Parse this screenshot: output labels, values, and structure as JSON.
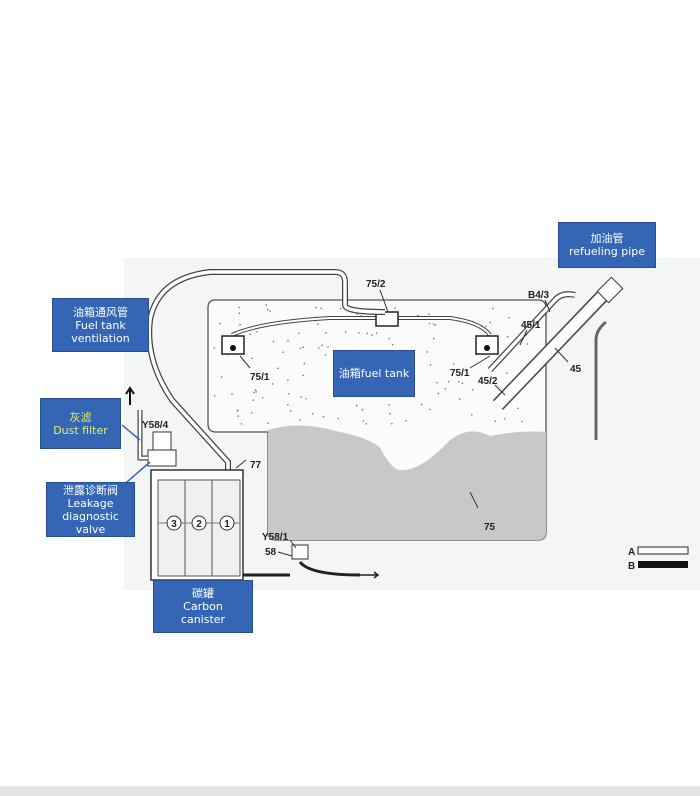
{
  "callouts": {
    "ventilation": {
      "zh": "油箱通风管",
      "en1": "Fuel tank",
      "en2": "ventilation"
    },
    "dust_filter": {
      "zh": "灰滤",
      "en1": "Dust filter"
    },
    "leakage_valve": {
      "zh": "泄露诊断阀",
      "en1": "Leakage",
      "en2": "diagnostic",
      "en3": "valve"
    },
    "carbon_canister": {
      "zh": "碳罐",
      "en1": "Carbon",
      "en2": "canister"
    },
    "fuel_tank": {
      "text": "油箱fuel tank"
    },
    "refueling_pipe": {
      "zh": "加油管",
      "en1": "refueling pipe"
    }
  },
  "part_labels": {
    "p75_2": "75/2",
    "p75_1_left": "75/1",
    "p75_1_right": "75/1",
    "p45_1": "45/1",
    "p45_2": "45/2",
    "p45": "45",
    "b4_3": "B4/3",
    "y58_4": "Y58/4",
    "y58_1": "Y58/1",
    "p58": "58",
    "p77": "77",
    "p75": "75",
    "chamber_1": "1",
    "chamber_2": "2",
    "chamber_3": "3"
  },
  "legend": {
    "a": "A",
    "b": "B"
  },
  "colors": {
    "callout_bg": "#3566b6",
    "fuel": "#c8c8c8",
    "background": "#f4f5f5"
  }
}
